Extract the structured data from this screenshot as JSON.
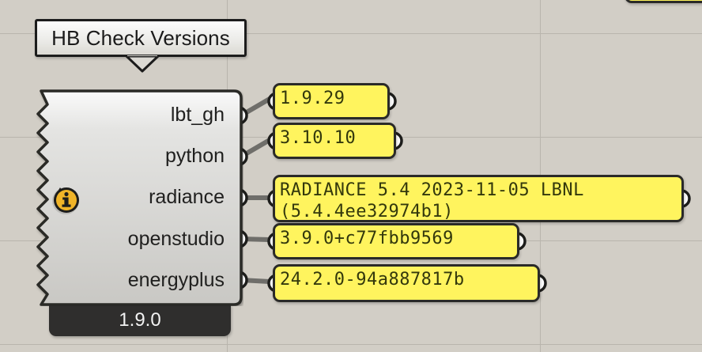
{
  "app": "Grasshopper Canvas",
  "tooltip": {
    "label": "HB Check Versions"
  },
  "component": {
    "name": "HB Check Versions",
    "version_badge": "1.9.0",
    "status_icon": "info-icon",
    "status_icon_row": "radiance",
    "outputs": [
      {
        "name": "lbt_gh",
        "label": "lbt_gh"
      },
      {
        "name": "python",
        "label": "python"
      },
      {
        "name": "radiance",
        "label": "radiance"
      },
      {
        "name": "openstudio",
        "label": "openstudio"
      },
      {
        "name": "energyplus",
        "label": "energyplus"
      }
    ]
  },
  "panels": [
    {
      "source": "lbt_gh",
      "lines": [
        "1.9.29"
      ],
      "text": "1.9.29"
    },
    {
      "source": "python",
      "lines": [
        "3.10.10"
      ],
      "text": "3.10.10"
    },
    {
      "source": "radiance",
      "lines": [
        "RADIANCE 5.4 2023-11-05 LBNL",
        "(5.4.4ee32974b1)"
      ],
      "text": "RADIANCE 5.4 2023-11-05 LBNL\n(5.4.4ee32974b1)"
    },
    {
      "source": "openstudio",
      "lines": [
        "3.9.0+c77fbb9569"
      ],
      "text": "3.9.0+c77fbb9569"
    },
    {
      "source": "energyplus",
      "lines": [
        "24.2.0-94a887817b"
      ],
      "text": "24.2.0-94a887817b"
    }
  ],
  "colors": {
    "canvas": "#d2cec6",
    "gridline": "#b9b5ad",
    "panel_fill": "#fff45e",
    "panel_text": "#33380c",
    "panel_border": "#2a2a28",
    "component_border": "#2a2a28",
    "badge_fill": "#2f2e2d",
    "badge_text": "#f2f2f2",
    "info_icon": "#f0b428",
    "wire": "#6f6e6a"
  }
}
